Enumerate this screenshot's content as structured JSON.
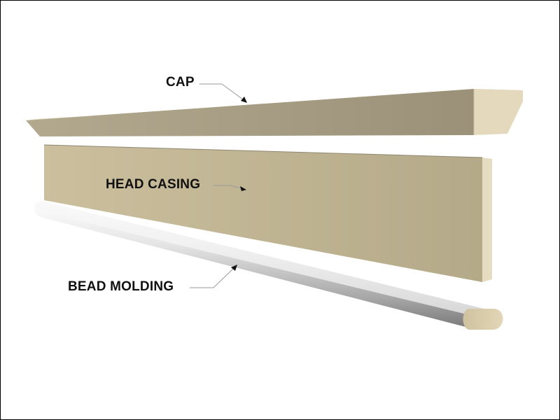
{
  "labels": {
    "cap": "CAP",
    "head_casing": "HEAD CASING",
    "bead_molding": "BEAD MOLDING"
  },
  "colors": {
    "cap_top": "#ddd0b0",
    "cap_face": "#a79d85",
    "cap_end": "#e8dcc0",
    "casing_face_light": "#cbbf9e",
    "casing_face_dark": "#b0a586",
    "casing_edge": "#e6dcc2",
    "bead_light": "#f2f2f2",
    "bead_shadow": "#7c7c7c",
    "bead_end": "#d8cba9",
    "leader": "#9a9a9a"
  }
}
